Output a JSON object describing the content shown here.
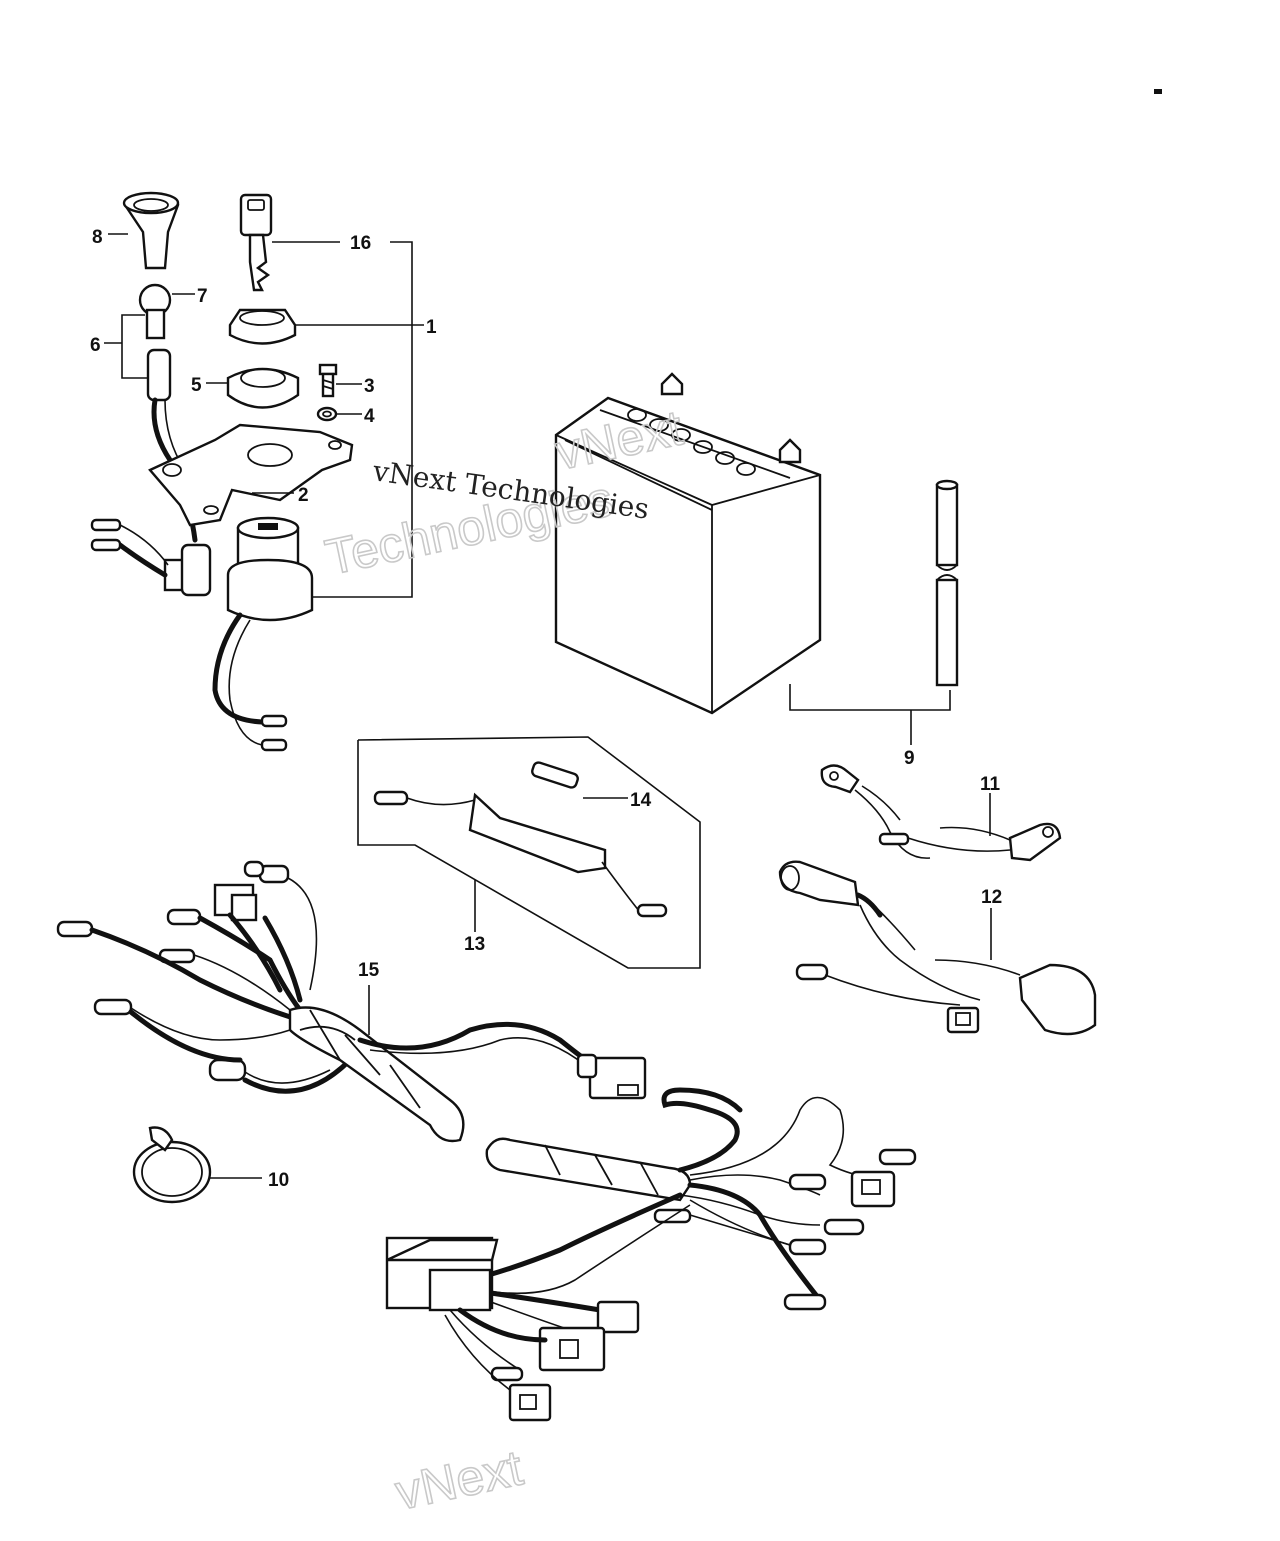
{
  "callouts": {
    "c1": "1",
    "c2": "2",
    "c3": "3",
    "c4": "4",
    "c5": "5",
    "c6": "6",
    "c7": "7",
    "c8": "8",
    "c9": "9",
    "c10": "10",
    "c11": "11",
    "c12": "12",
    "c13": "13",
    "c14": "14",
    "c15": "15",
    "c16": "16"
  },
  "watermarks": {
    "primary": "vNext Technologies",
    "outline_word1": "vNext",
    "outline_word2": "Technologies",
    "outline_bottom": "vNext"
  }
}
